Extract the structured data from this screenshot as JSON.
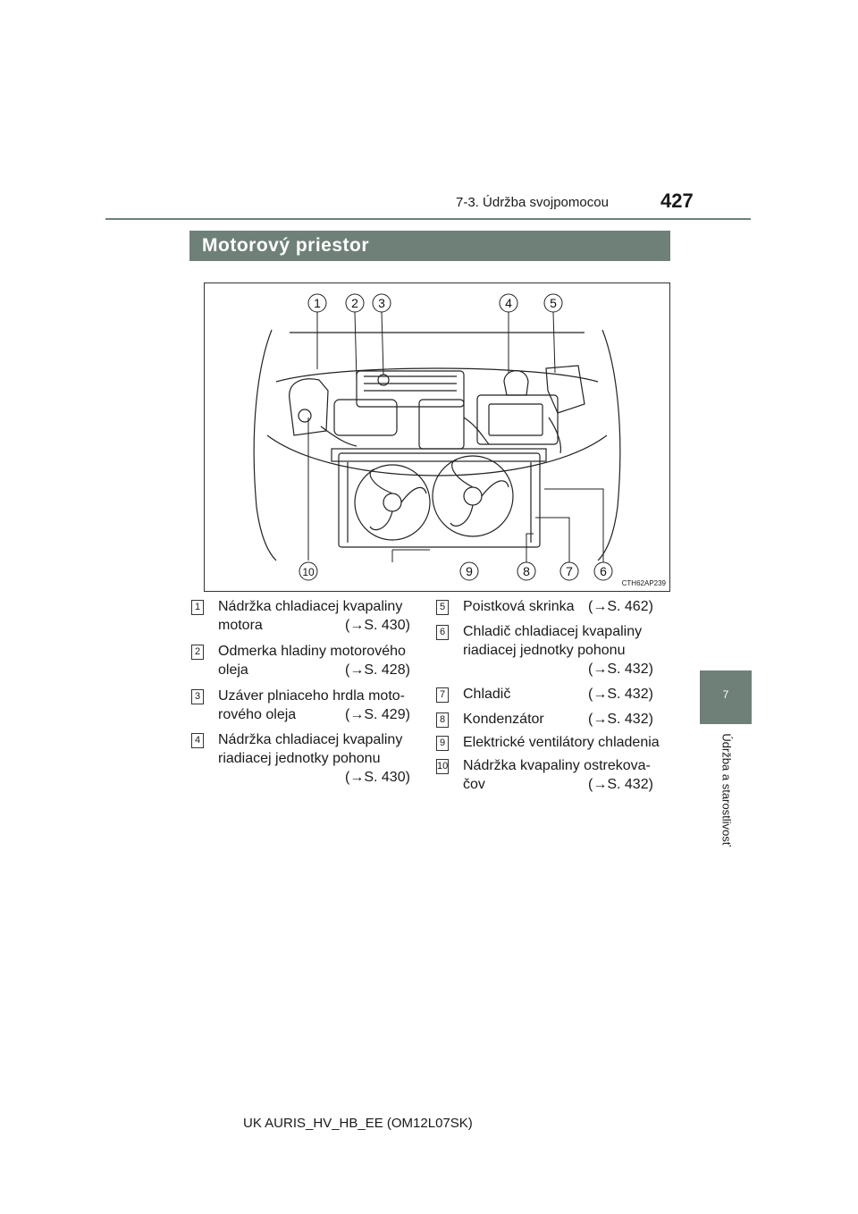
{
  "header": {
    "section": "7-3. Údržba svojpomocou",
    "page_number": "427"
  },
  "side_tab": {
    "chapter": "7",
    "chapter_title": "Údržba a starostlivosť"
  },
  "title": "Motorový priestor",
  "figure": {
    "code": "CTH62AP239",
    "callouts_top": [
      "1",
      "2",
      "3",
      "4",
      "5"
    ],
    "callouts_bottom": [
      "10",
      "9",
      "8",
      "7",
      "6"
    ]
  },
  "items": [
    {
      "num": "1",
      "line1": "Nádržka chladiacej kvapaliny",
      "line2": "motora",
      "ref": "(→S. 430)"
    },
    {
      "num": "2",
      "line1": "Odmerka hladiny motorového",
      "line2": "oleja",
      "ref": "(→S. 428)"
    },
    {
      "num": "3",
      "line1": "Uzáver plniaceho hrdla moto-",
      "line2": "rového oleja",
      "ref": "(→S. 429)"
    },
    {
      "num": "4",
      "line1": "Nádržka chladiacej kvapaliny",
      "line2": "riadiacej jednotky pohonu",
      "ref": "(→S. 430)"
    },
    {
      "num": "5",
      "line1": "Poistková skrinka",
      "ref": "(→S. 462)"
    },
    {
      "num": "6",
      "line1": "Chladič chladiacej kvapaliny",
      "line2": "riadiacej jednotky pohonu",
      "ref": "(→S. 432)"
    },
    {
      "num": "7",
      "line1": "Chladič",
      "ref": "(→S. 432)"
    },
    {
      "num": "8",
      "line1": "Kondenzátor",
      "ref": "(→S. 432)"
    },
    {
      "num": "9",
      "line1": "Elektrické ventilátory chladenia"
    },
    {
      "num": "10",
      "line1": "Nádržka kvapaliny ostrekova-",
      "line2": "čov",
      "ref": "(→S. 432)"
    }
  ],
  "footer": "UK AURIS_HV_HB_EE (OM12L07SK)"
}
